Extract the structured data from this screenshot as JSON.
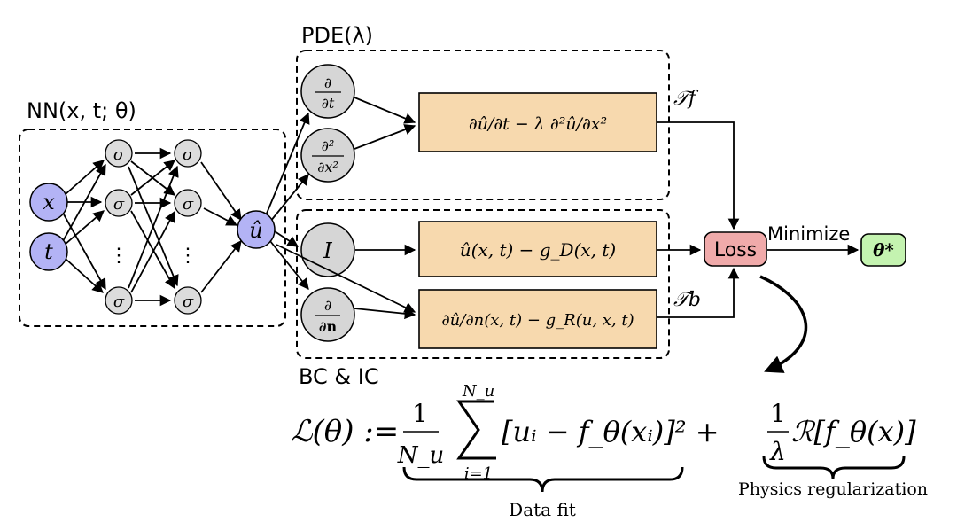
{
  "labels": {
    "nn": "NN(x, t; θ)",
    "pde": "PDE(λ)",
    "bc": "BC & IC",
    "minimize": "Minimize",
    "loss": "Loss",
    "theta_star": "θ*",
    "tf": "𝒯f",
    "tb": "𝒯b",
    "physics_reg": "Physics regularization",
    "data_fit": "Data fit"
  },
  "nodes": {
    "x": "x",
    "t": "t",
    "sigma": "σ",
    "dots": "⋮",
    "uhat": "û",
    "identity": "I"
  },
  "operators": {
    "d_dt_num": "∂",
    "d_dt_den": "∂t",
    "d2_num": "∂²",
    "d2_den": "∂x²",
    "dn_num": "∂",
    "dn_den": "∂n"
  },
  "residuals": {
    "pde": "∂û/∂t − λ ∂²û/∂x²",
    "dirichlet": "û(x, t) − g_D(x, t)",
    "robin": "∂û/∂n(x, t) − g_R(u, x, t)"
  },
  "equation": {
    "lhs": "ℒ(θ) :=",
    "frac_num": "1",
    "frac_den": "N_u",
    "sum_top": "N_u",
    "sum_bottom": "i=1",
    "bracket": "[uᵢ − f_θ(xᵢ)]² +",
    "reg_num": "1",
    "reg_den": "λ",
    "reg_term": "ℛ[f_θ(x)]"
  },
  "colors": {
    "input_node": "#b3b3f5",
    "hidden_node": "#dcdcdc",
    "operator_node": "#d6d6d6",
    "residual_box": "#f7d9ae",
    "loss_box": "#f0aaaa",
    "output_box": "#c4f3b0"
  }
}
